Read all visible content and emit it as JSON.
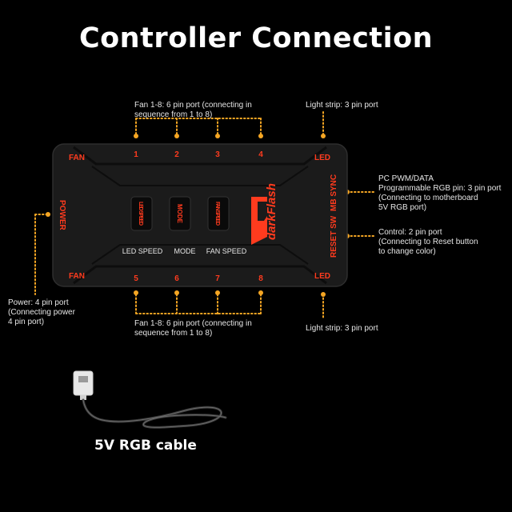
{
  "title": "Controller Connection",
  "device": {
    "brand": "darkFlash",
    "labels": {
      "fan_top": "FAN",
      "fan_bottom": "FAN",
      "power": "POWER",
      "led_top": "LED",
      "led_bottom": "LED",
      "mb_sync": "MB SYNC",
      "reset_sw": "RESET SW"
    },
    "top_ports": [
      "1",
      "2",
      "3",
      "4"
    ],
    "bottom_ports": [
      "5",
      "6",
      "7",
      "8"
    ],
    "buttons": [
      {
        "key_text": "LED SPEED",
        "caption": "LED SPEED"
      },
      {
        "key_text": "MODE",
        "caption": "MODE"
      },
      {
        "key_text": "FAN SPEED",
        "caption": "FAN SPEED"
      }
    ],
    "accent_color": "#ff3b1e",
    "body_color": "#1b1b1b"
  },
  "annotations": {
    "fan_top": "Fan 1-8: 6 pin port (connecting in\nsequence from 1 to 8)",
    "fan_bottom": "Fan 1-8: 6 pin port (connecting in\nsequence from 1 to 8)",
    "light_top": "Light strip: 3 pin port",
    "light_bottom": "Light strip: 3 pin port",
    "pc_pwm": "PC PWM/DATA\nProgrammable RGB pin: 3 pin port\n(Connecting to motherboard\n5V RGB port)",
    "control": "Control: 2 pin port\n(Connecting to Reset button\nto change color)",
    "power": "Power: 4 pin port\n(Connecting power\n4 pin port)"
  },
  "cable_label": "5V RGB cable",
  "dot_color": "#f5a623"
}
